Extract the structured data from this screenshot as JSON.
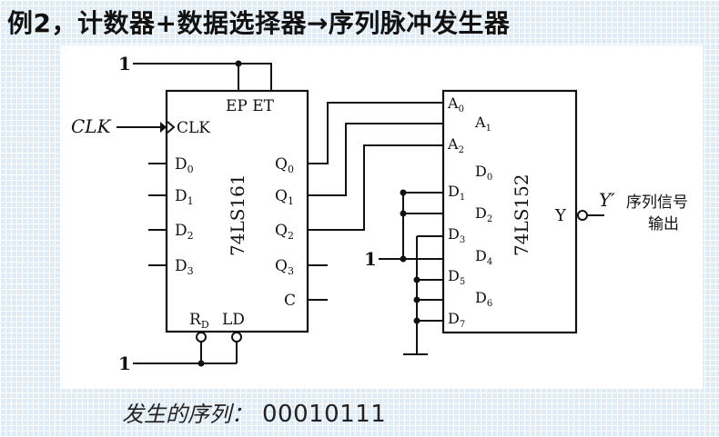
{
  "title": "例2，计数器+数据选择器→序列脉冲发生器",
  "counter": {
    "name": "74LS161",
    "logic_one": "1",
    "clk_input": "CLK",
    "clk_pin": "CLK",
    "enable_pins": "EP ET",
    "inputs": [
      "D0",
      "D1",
      "D2",
      "D3"
    ],
    "outputs": [
      "Q0",
      "Q1",
      "Q2",
      "Q3",
      "C"
    ],
    "bottom_pins": {
      "rd": "R",
      "rd_sub": "D",
      "ld": "LD"
    }
  },
  "mux": {
    "name": "74LS152",
    "address": [
      "A0",
      "A1",
      "A2"
    ],
    "data": [
      "D0",
      "D1",
      "D2",
      "D3",
      "D4",
      "D5",
      "D6",
      "D7"
    ],
    "output_pin": "Y",
    "output_signal": "Y′",
    "output_desc_line1": "序列信号",
    "output_desc_line2": "输出"
  },
  "caption": {
    "label": "发生的序列：",
    "value": "00010111"
  }
}
